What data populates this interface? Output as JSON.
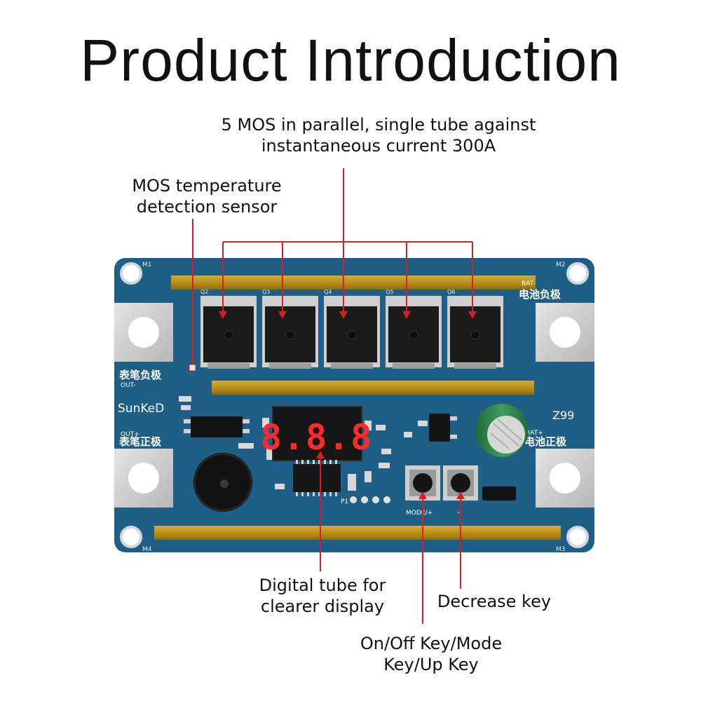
{
  "heading": "Product Introduction",
  "callouts": {
    "mos_parallel": {
      "line1": "5 MOS in parallel, single tube against",
      "line2": "instantaneous current 300A"
    },
    "temp_sensor": {
      "line1": "MOS temperature",
      "line2": "detection sensor"
    },
    "digital_tube": {
      "line1": "Digital tube for",
      "line2": "clearer display"
    },
    "decrease_key": {
      "line1": "Decrease key"
    },
    "onoff_key": {
      "line1": "On/Off Key/Mode",
      "line2": "Key/Up Key"
    }
  },
  "board": {
    "brand": "SunKeD",
    "model": "Z99",
    "display_digits": "8.8.8",
    "label_bat_neg_en": "BAT-",
    "label_bat_neg_cn": "电池负极",
    "label_bat_pos_en": "BAT+",
    "label_bat_pos_cn": "电池正极",
    "label_out_neg_cn": "表笔负极",
    "label_out_neg_en": "OUT-",
    "label_out_pos_en": "OUT+",
    "label_out_pos_cn": "表笔正极",
    "label_mode": "MODE/+",
    "label_minus": "-",
    "label_p1": "P1",
    "mos_labels": [
      "Q2",
      "Q3",
      "Q4",
      "Q5",
      "Q6"
    ],
    "hole_labels": [
      "M1",
      "M2",
      "M3",
      "M4"
    ]
  },
  "colors": {
    "pcb": "#1f5f86",
    "callout_line": "#d42020",
    "copper": "#b8901a",
    "display_red": "#ff2a2a"
  }
}
